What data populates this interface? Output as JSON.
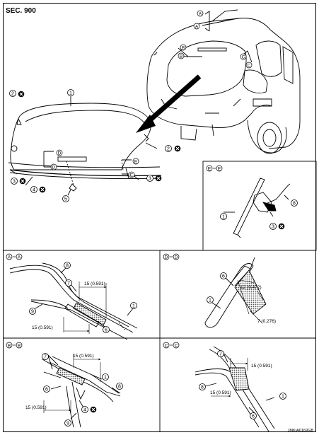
{
  "header": {
    "section": "SEC. 900"
  },
  "footer": {
    "figure_code": "JMKIA0169GB"
  },
  "callouts": {
    "n1": "1",
    "n2": "2",
    "n3": "3",
    "n4": "4",
    "n5": "5",
    "n6": "6",
    "n7": "7",
    "n8": "8",
    "n9": "9"
  },
  "section_markers": {
    "a": "A",
    "b": "B",
    "c": "C",
    "d": "D",
    "e": "E"
  },
  "detail_titles": {
    "aa": [
      "A",
      "A"
    ],
    "bb": [
      "B",
      "B"
    ],
    "cc": [
      "C",
      "C"
    ],
    "dd": [
      "D",
      "D"
    ],
    "ee": [
      "E",
      "E"
    ]
  },
  "dimensions": {
    "aa_top": "15 (0.591)",
    "aa_bottom": "15 (0.591)",
    "dd_top": "12 (0.472)",
    "dd_bottom": "7 (0.276)",
    "bb_top": "15 (0.591)",
    "bb_bottom": "15 (0.591)",
    "cc_top": "15 (0.591)",
    "cc_bottom": "15 (0.591)"
  },
  "colors": {
    "line": "#000000",
    "adhesive": "#9a9a9a",
    "background": "#ffffff"
  }
}
